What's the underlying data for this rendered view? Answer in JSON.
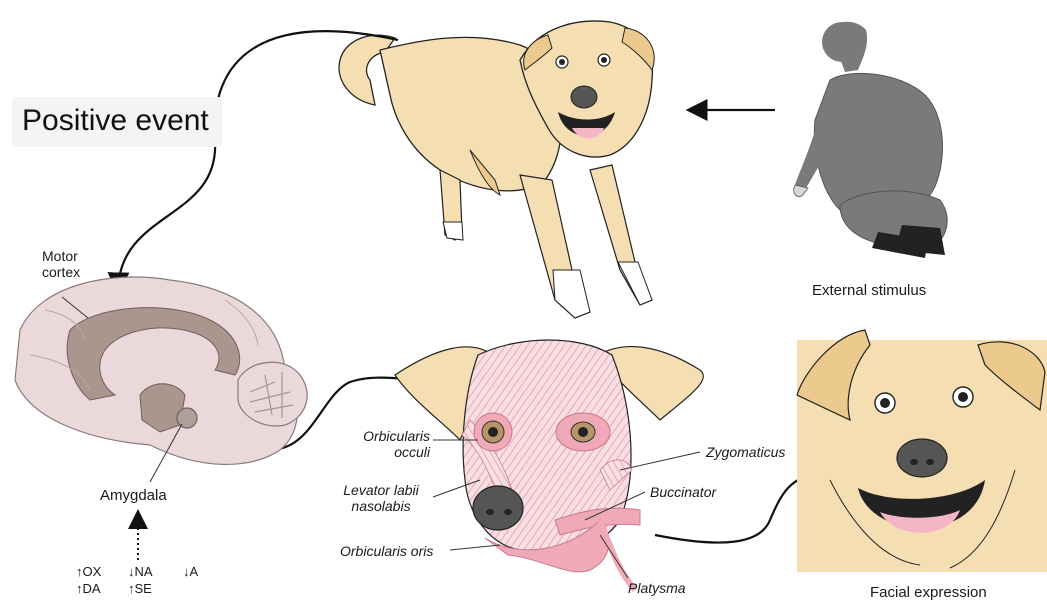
{
  "title": "Positive event",
  "labels": {
    "motor_cortex": [
      "Motor",
      "cortex"
    ],
    "amygdala": "Amygdala",
    "external_stimulus": "External stimulus",
    "facial_expression": "Facial expression"
  },
  "muscles": {
    "orbicularis_occuli": [
      "Orbicularis",
      "occuli"
    ],
    "levator": [
      "Levator labii",
      "nasolabis"
    ],
    "orbicularis_oris": "Orbicularis oris",
    "zygomaticus": "Zygomaticus",
    "buccinator": "Buccinator",
    "platysma": "Platysma"
  },
  "neurochemicals": {
    "ox": "↑OX",
    "da": "↑DA",
    "na": "↓NA",
    "se": "↑SE",
    "a": "↓A"
  },
  "colors": {
    "dog_fur": "#f6deb3",
    "dog_ear": "#ecc98d",
    "brain_outer": "#ead8da",
    "brain_inner": "#a8968f",
    "muscle": "#f1a9b8",
    "person": "#7a7a7a"
  }
}
